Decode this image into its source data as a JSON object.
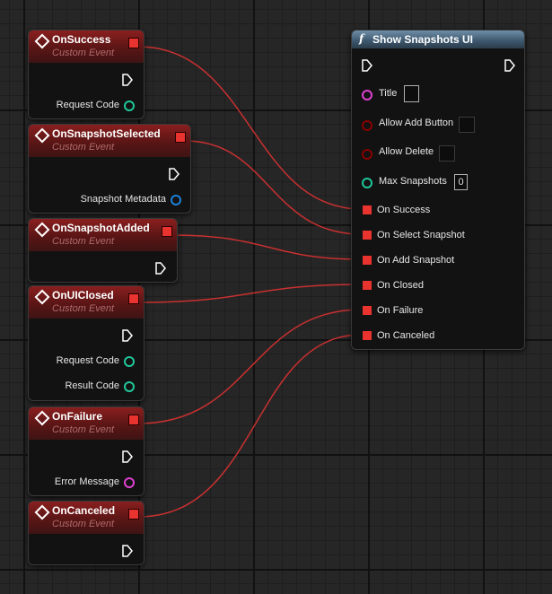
{
  "events": [
    {
      "title": "OnSuccess",
      "subtitle": "Custom Event",
      "outputs": [
        {
          "label": "Request Code",
          "kind": "int"
        }
      ]
    },
    {
      "title": "OnSnapshotSelected",
      "subtitle": "Custom Event",
      "outputs": [
        {
          "label": "Snapshot Metadata",
          "kind": "struct"
        }
      ]
    },
    {
      "title": "OnSnapshotAdded",
      "subtitle": "Custom Event",
      "outputs": []
    },
    {
      "title": "OnUIClosed",
      "subtitle": "Custom Event",
      "outputs": [
        {
          "label": "Request Code",
          "kind": "int"
        },
        {
          "label": "Result Code",
          "kind": "int"
        }
      ]
    },
    {
      "title": "OnFailure",
      "subtitle": "Custom Event",
      "outputs": [
        {
          "label": "Error Message",
          "kind": "string"
        }
      ]
    },
    {
      "title": "OnCanceled",
      "subtitle": "Custom Event",
      "outputs": []
    }
  ],
  "function_node": {
    "icon": "f",
    "title": "Show Snapshots UI",
    "inputs": {
      "title": "Title",
      "allow_add_button": "Allow Add Button",
      "allow_delete": "Allow Delete",
      "max_snapshots": "Max Snapshots",
      "max_snapshots_value": "0",
      "on_success": "On Success",
      "on_select_snapshot": "On Select Snapshot",
      "on_add_snapshot": "On Add Snapshot",
      "on_closed": "On Closed",
      "on_failure": "On Failure",
      "on_canceled": "On Canceled"
    }
  },
  "colors": {
    "event_header": "#8a1f1f",
    "function_header": "#4e6c86",
    "delegate_pin": "#e8332e",
    "int_pin": "#1fc79a",
    "struct_pin": "#1e7fd8",
    "string_pin": "#e040d0",
    "bool_pin": "#8b0000",
    "wire": "#c83030"
  }
}
